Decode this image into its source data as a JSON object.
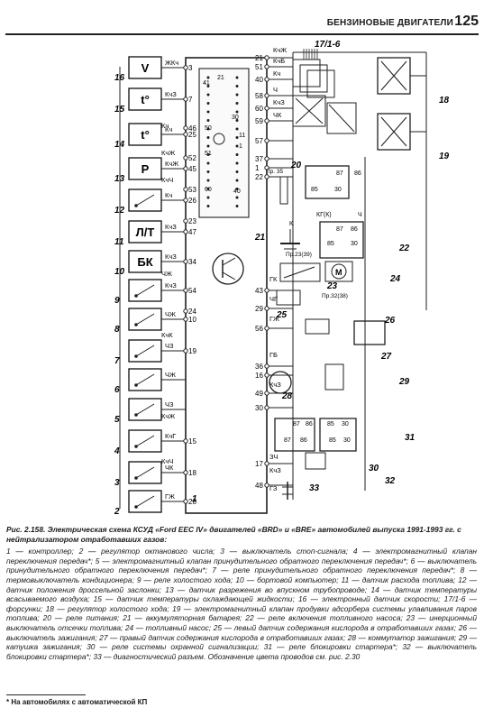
{
  "header": {
    "title": "БЕНЗИНОВЫЕ ДВИГАТЕЛИ",
    "page_number": "125"
  },
  "caption": {
    "title": "Рис. 2.158. Электрическая схема КСУД «Ford EEC IV» двигателей «BRD» и «BRE» автомобилей выпуска 1991-1993 гг. с нейтрализатором отработавших газов:",
    "legend": "1 — контроллер; 2 — регулятор октанового числа; 3 — выключатель стоп-сигнала; 4 — электромагнитный клапан переключения передач*; 5 — электромагнитный клапан принудительного обратного переключения передач*; 6 — выключатель принудительного обратного переключения передач*; 7 — реле принудительного обратного переключения передач*; 8 — термовыключатель кондиционера; 9 — реле холостого хода; 10 — бортовой компьютер; 11 — датчик расхода топлива; 12 — датчик положения дроссельной заслонки; 13 — датчик разрежения во впускном трубопроводе; 14 — датчик температуры всасываемого воздуха; 15 — датчик температуры охлаждающей жидкости; 16 — электронный датчик скорости; 17/1-6 — форсунки; 18 — регулятор холостого хода; 19 — электромагнитный клапан продувки адсорбера системы улавливания паров топлива; 20 — реле питания; 21 — аккумуляторная батарея; 22 — реле включения топливного насоса; 23 — инерционный выключатель отсечки топлива; 24 — топливный насос; 25 — левый датчик содержания кислорода в отработавших газах; 26 — выключатель зажигания; 27 — правый датчик содержания кислорода в отработавших газах; 28 — коммутатор зажигания; 29 — катушка зажигания; 30 — реле системы охранной сигнализации; 31 — реле блокировки стартера*; 32 — выключатель блокировки стартера*; 33 — диагностический разъем. Обозначение цвета проводов см. рис. 2.30"
  },
  "footnote": "* На автомобилях с автоматической КП",
  "diagram": {
    "left_components": [
      {
        "num": "16",
        "symbol": "V",
        "wire": "ЖКч",
        "pin": "3"
      },
      {
        "num": "15",
        "symbol": "t°",
        "wire": "КчЗ",
        "pin": "7"
      },
      {
        "num": "14",
        "symbol": "t°",
        "wire": "Кч",
        "pin": "25"
      },
      {
        "num": "13",
        "symbol": "P",
        "wire": "КчЖ",
        "pin": "45"
      },
      {
        "num": "12",
        "symbol": "",
        "wire": "Кч",
        "pin": "26"
      },
      {
        "num": "11",
        "symbol": "Л/Т",
        "wire": "КчЗ",
        "pin": "47"
      },
      {
        "num": "10",
        "symbol": "БК",
        "wire": "КчЗ",
        "pin": "34"
      },
      {
        "num": "9",
        "symbol": "",
        "wire": "КчЗ",
        "pin": "54"
      },
      {
        "num": "8",
        "symbol": "",
        "wire": "ЧЖ",
        "pin": "10"
      },
      {
        "num": "7",
        "symbol": "",
        "wire": "ЧЗ",
        "pin": "19"
      },
      {
        "num": "6",
        "symbol": "",
        "wire": "ЧЖ",
        "pin": ""
      },
      {
        "num": "5",
        "symbol": "",
        "wire": "ЧЗ",
        "pin": ""
      },
      {
        "num": "4",
        "symbol": "",
        "wire": "КчГ",
        "pin": "15"
      },
      {
        "num": "3",
        "symbol": "",
        "wire": "ЧК",
        "pin": "18"
      },
      {
        "num": "2",
        "symbol": "",
        "wire": "ГЖ",
        "pin": "28"
      }
    ],
    "extra_left_pins": [
      "46",
      "52",
      "53",
      "23",
      "24"
    ],
    "extra_left_wires": [
      "Кч",
      "КчЖ",
      "КчЧ",
      "ЧЖ",
      "КчК",
      "КчЖ",
      "КчЧ"
    ],
    "controller_label": "1",
    "right_pins": [
      "21",
      "51",
      "40",
      "58",
      "60",
      "59",
      "57",
      "37",
      "1",
      "22",
      "43",
      "29",
      "56",
      "36",
      "16",
      "49",
      "30",
      "17",
      "48"
    ],
    "right_wires": [
      "КчЖ",
      "КчБ",
      "Кч",
      "Ч",
      "КчЗ",
      "ЧК",
      "ГК",
      "ЧГ",
      "ГЖ",
      "ГБ",
      "КчЗ",
      "ЗЧ",
      "КчЗ",
      "ГЗ"
    ],
    "right_labels": [
      "17/1-6",
      "18",
      "19",
      "20",
      "21",
      "22",
      "23",
      "24",
      "25",
      "26",
      "27",
      "28",
      "29",
      "30",
      "31",
      "32",
      "33"
    ],
    "relay_pins": [
      "87",
      "86",
      "85",
      "30"
    ],
    "connector_pins": [
      "41",
      "21",
      "30",
      "50",
      "11",
      "51",
      "60",
      "40",
      "1"
    ],
    "fuse_labels": [
      "Пр.23(39)",
      "Пр.32(38)",
      "Пр. 35"
    ],
    "misc_labels": [
      "КГ(К)",
      "К",
      "Ч"
    ]
  }
}
